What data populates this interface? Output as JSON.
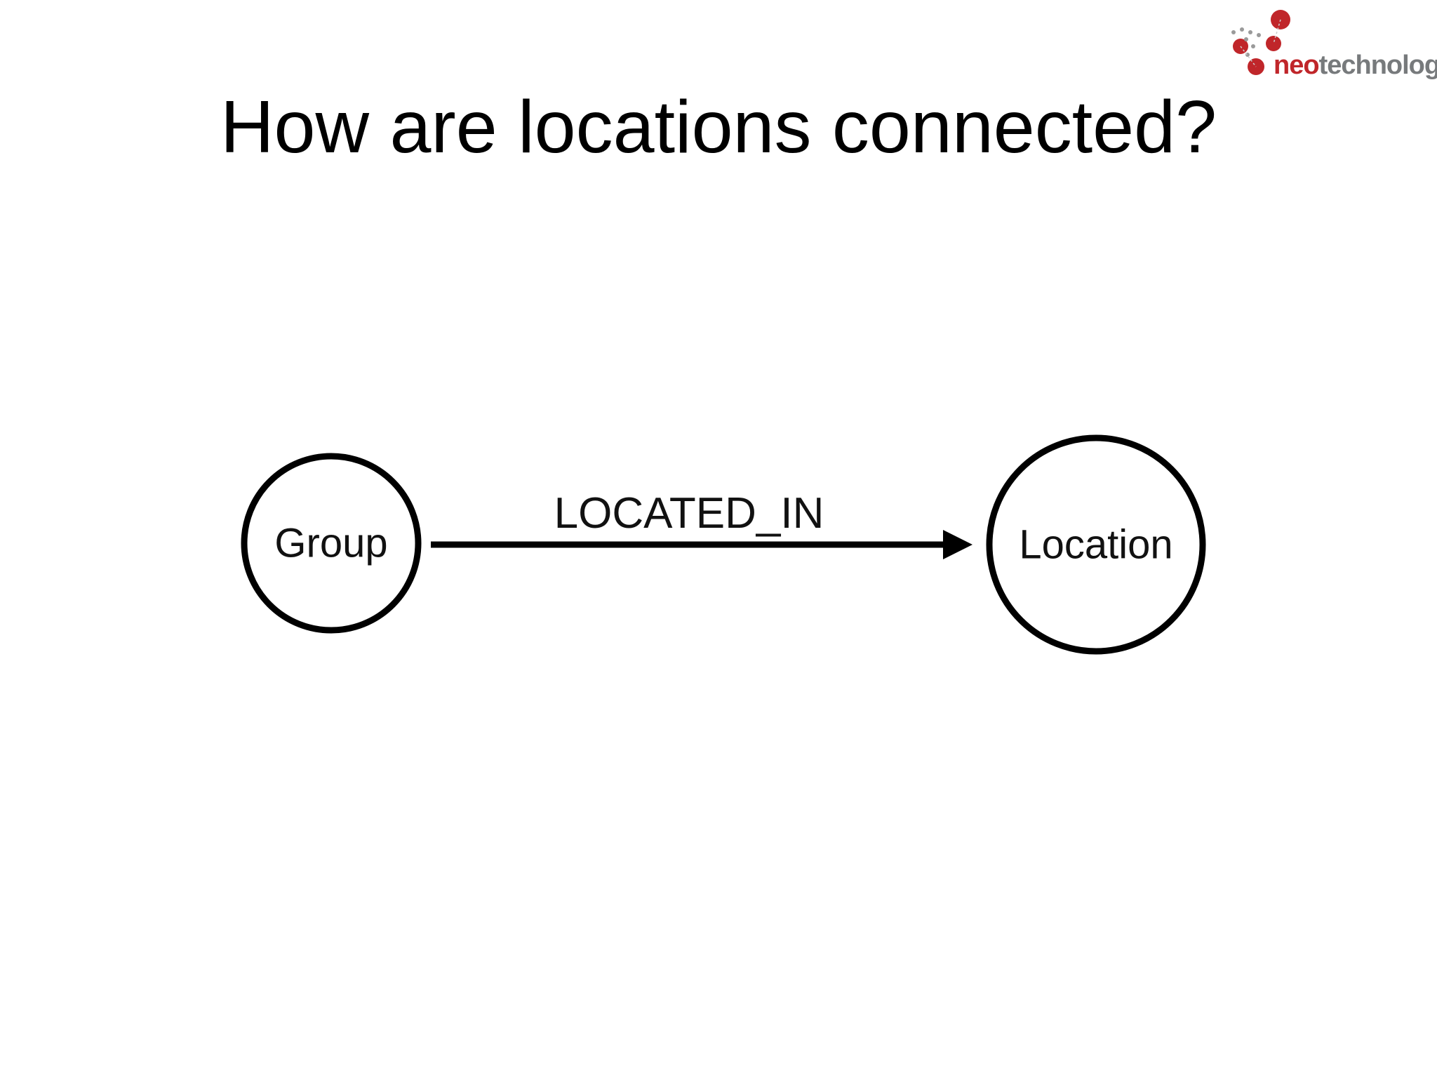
{
  "slide": {
    "title": "How are locations connected?"
  },
  "logo": {
    "brand_prefix": "neo",
    "brand_suffix": "technology",
    "prefix_color": "#c0262a",
    "suffix_color": "#777a7c",
    "dot_color": "#c0262a"
  },
  "diagram": {
    "source_node": {
      "label": "Group"
    },
    "target_node": {
      "label": "Location"
    },
    "relationship": {
      "label": "LOCATED_IN"
    }
  }
}
